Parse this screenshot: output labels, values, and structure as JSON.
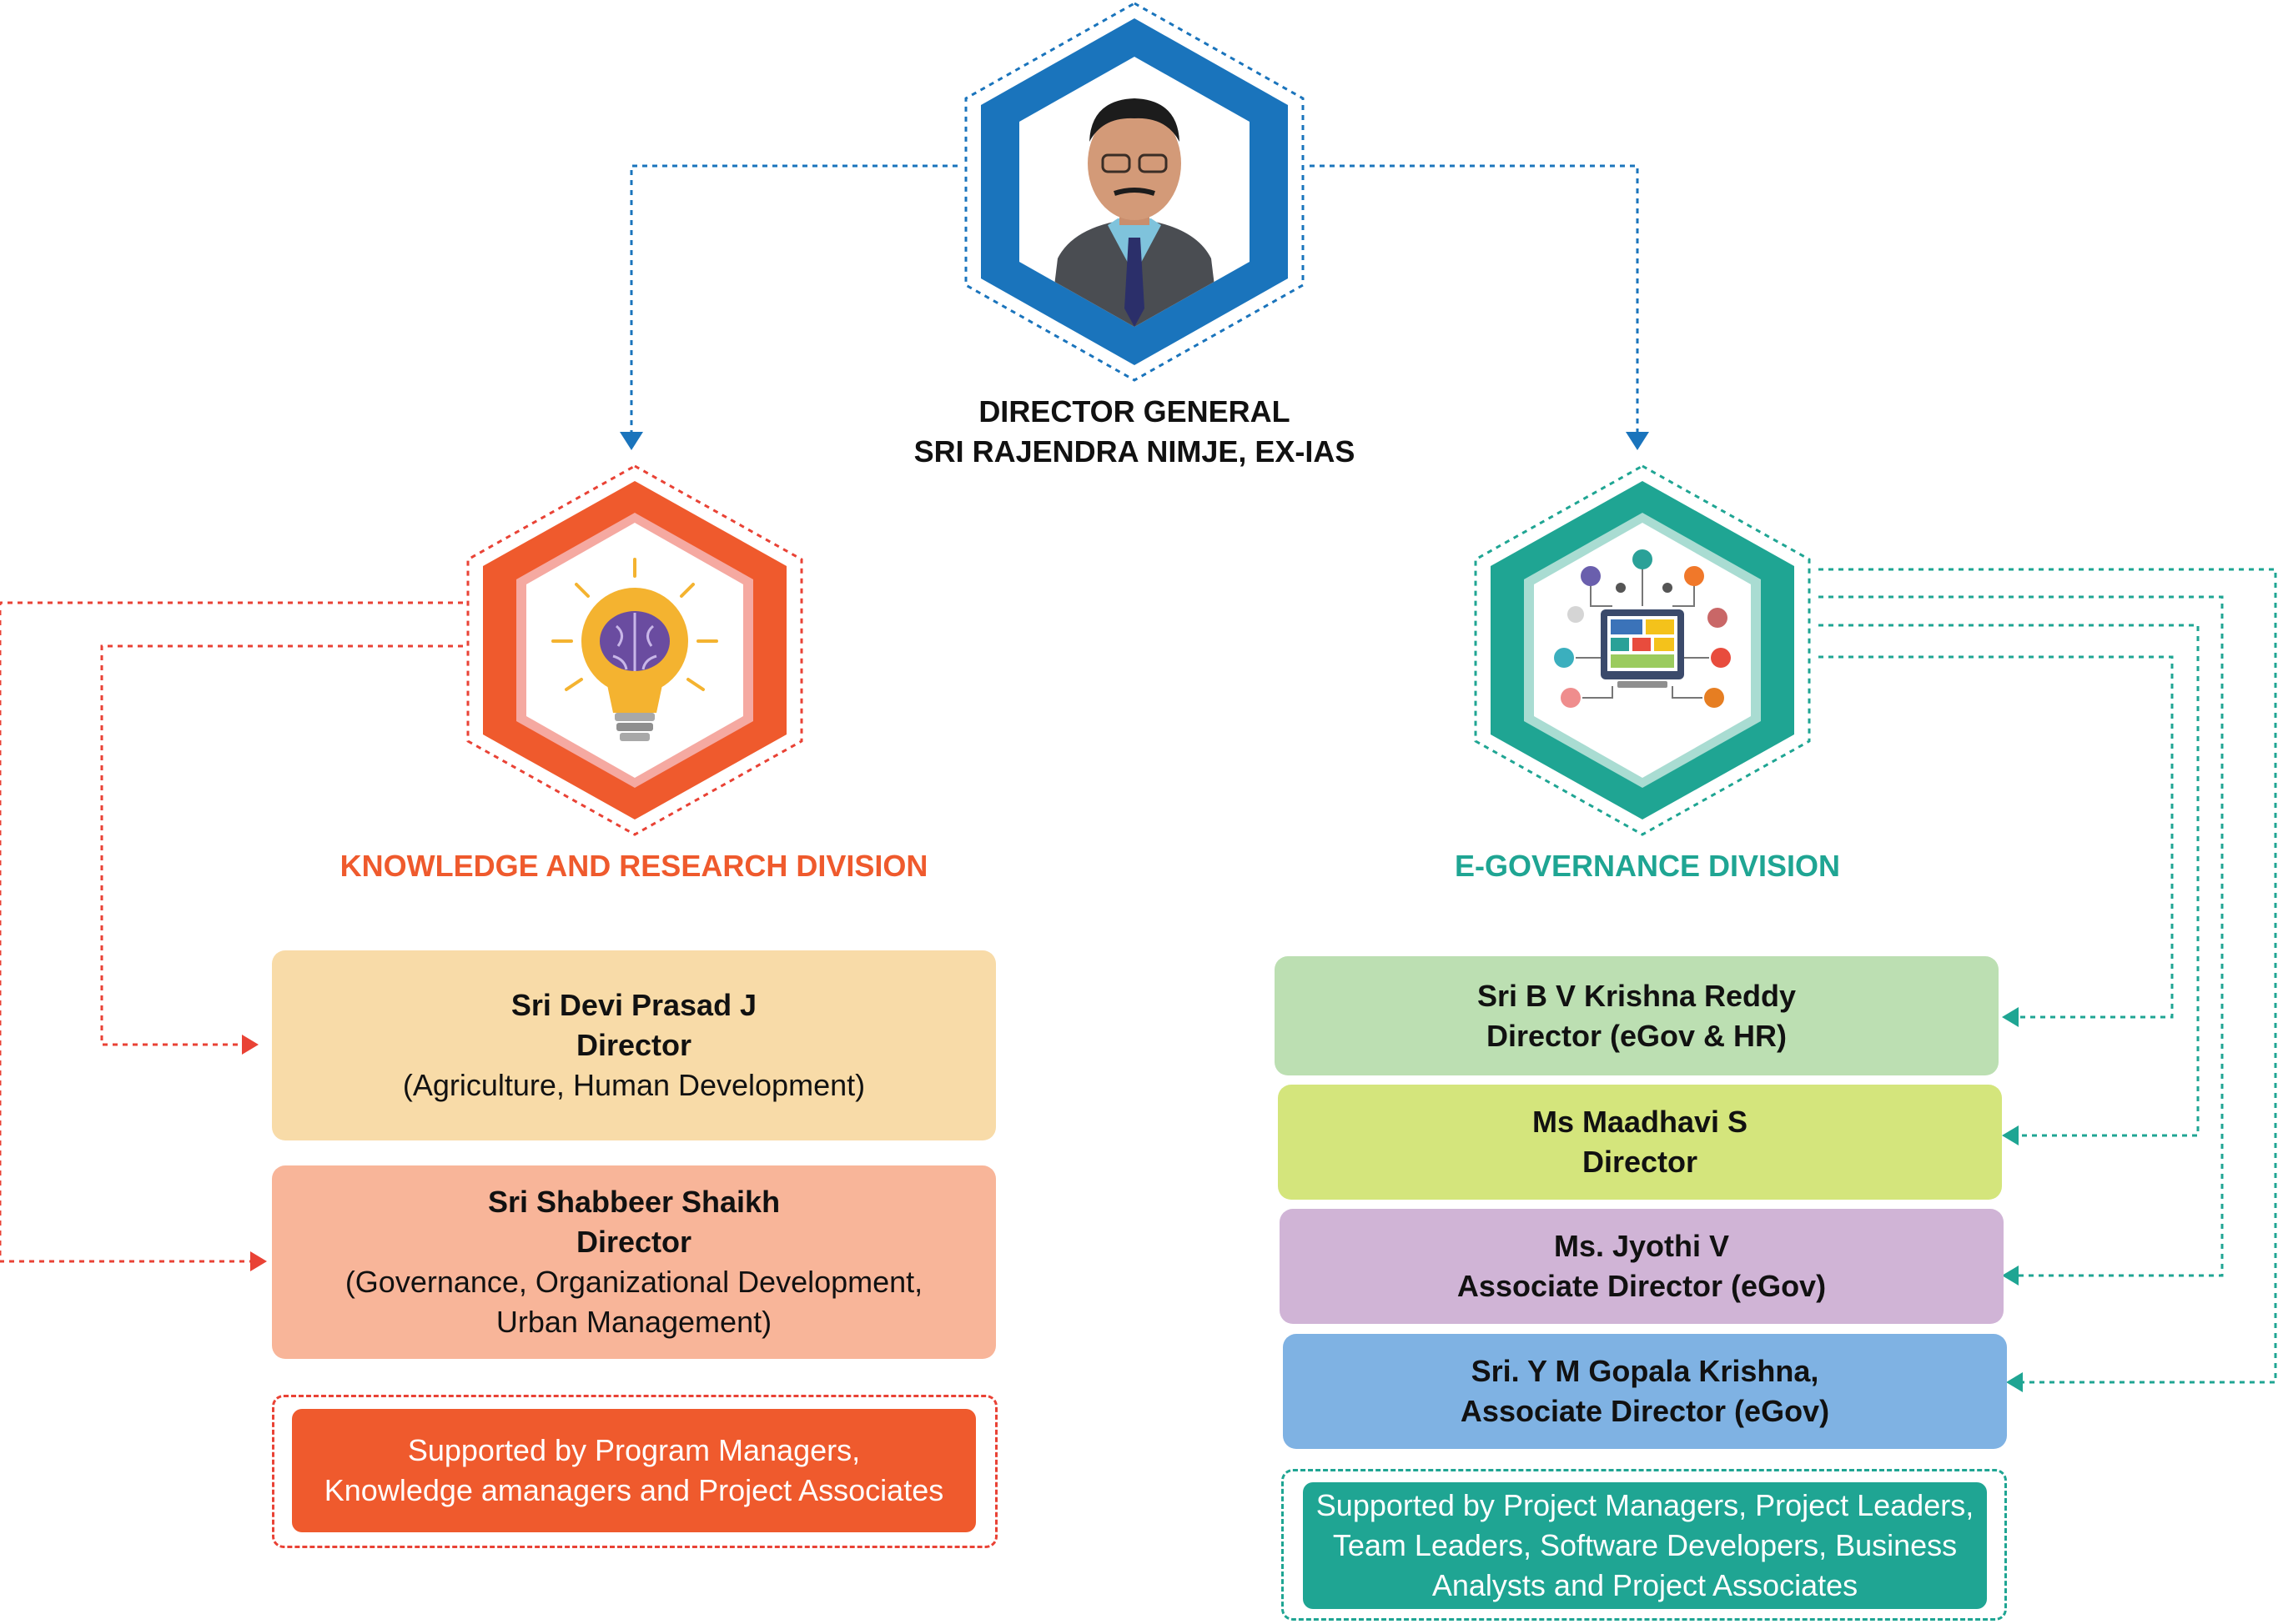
{
  "colors": {
    "blue": "#1a74bc",
    "orange": "#ef5a2d",
    "teal": "#1fa593",
    "red_dash": "#e94235"
  },
  "director_general": {
    "role": "DIRECTOR GENERAL",
    "name": "SRI RAJENDRA NIMJE, EX-IAS",
    "photo_icon": "portrait-photo"
  },
  "knowledge_division": {
    "title": "KNOWLEDGE AND RESEARCH DIVISION",
    "icon": "lightbulb-brain-icon",
    "members": [
      {
        "name": "Sri Devi Prasad J",
        "role": "Director",
        "area": "(Agriculture, Human Development)",
        "color": "#f8dba8"
      },
      {
        "name": "Sri Shabbeer Shaikh",
        "role": "Director",
        "area_lines": [
          "(Governance, Organizational Development,",
          "Urban Management)"
        ],
        "color": "#f8b599"
      }
    ],
    "support_lines": [
      "Supported by Program Managers,",
      "Knowledge amanagers and Project Associates"
    ]
  },
  "egov_division": {
    "title": "E-GOVERNANCE DIVISION",
    "icon": "computer-network-icon",
    "members": [
      {
        "name": "Sri B V Krishna Reddy",
        "role": "Director (eGov & HR)",
        "color": "#bcdfb2"
      },
      {
        "name": "Ms Maadhavi S",
        "role": "Director",
        "color": "#d4e57c"
      },
      {
        "name": "Ms. Jyothi V",
        "role": "Associate Director (eGov)",
        "color": "#d0b4d6"
      },
      {
        "name": "Sri. Y M Gopala Krishna,",
        "role": "Associate Director (eGov)",
        "color": "#7fb2e3"
      }
    ],
    "support_lines": [
      "Supported by Project Managers, Project Leaders,",
      "Team Leaders, Software Developers, Business",
      "Analysts and Project Associates"
    ]
  }
}
